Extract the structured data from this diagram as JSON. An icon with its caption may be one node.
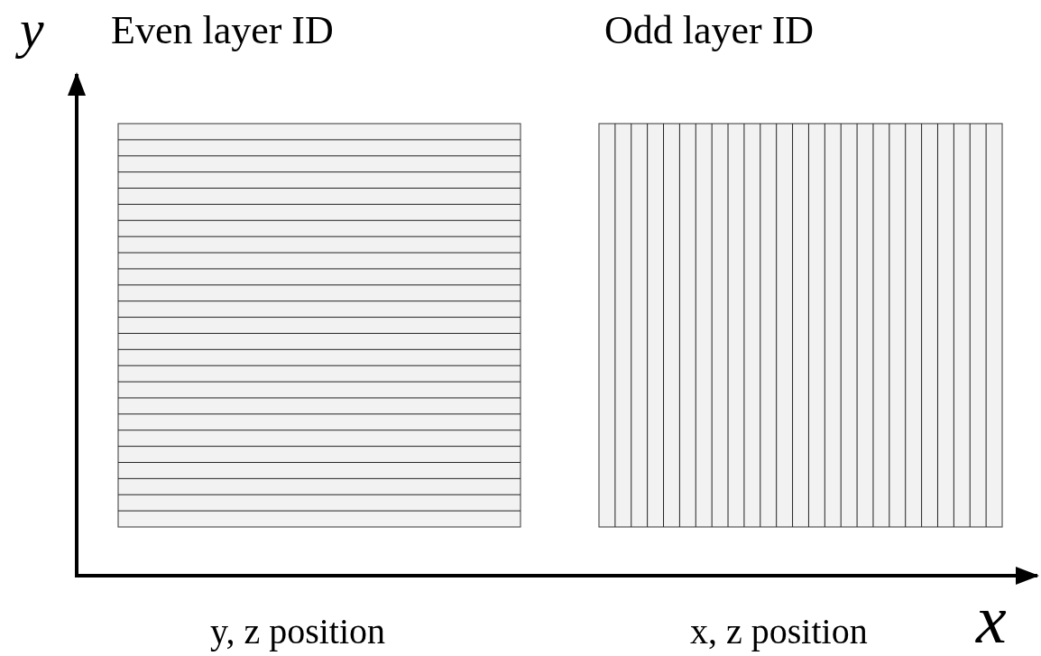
{
  "diagram": {
    "labels": [
      "y",
      "Even layer ID",
      "Odd layer ID",
      "y, z position",
      "x, z position",
      "x"
    ]
  }
}
